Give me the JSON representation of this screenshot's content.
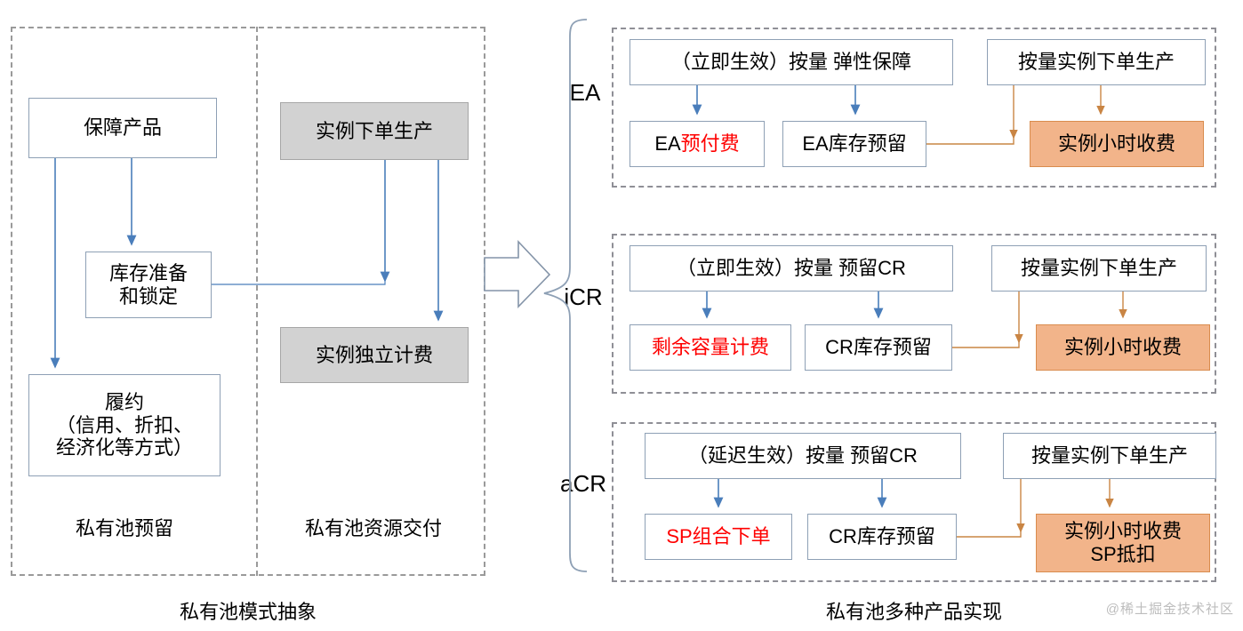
{
  "left_panel": {
    "title": "私有池模式抽象",
    "columns": [
      {
        "caption": "私有池预留"
      },
      {
        "caption": "私有池资源交付"
      }
    ],
    "nodes": {
      "product": "保障产品",
      "inventory": "库存准备\n和锁定",
      "inventory_l1": "库存准备",
      "inventory_l2": "和锁定",
      "fulfill_l1": "履约",
      "fulfill_l2": "（信用、折扣、",
      "fulfill_l3": "经济化等方式）",
      "instance_order": "实例下单生产",
      "instance_billing": "实例独立计费"
    }
  },
  "right_panel": {
    "title": "私有池多种产品实现",
    "sections": [
      {
        "tag": "EA",
        "top_left": "（立即生效）按量 弹性保障",
        "top_right": "按量实例下单生产",
        "bottom_left_plain": "EA",
        "bottom_left_red": "预付费",
        "bottom_mid": "EA库存预留",
        "bottom_right_l1": "实例小时收费",
        "bottom_right_l2": ""
      },
      {
        "tag": "iCR",
        "top_left": "（立即生效）按量 预留CR",
        "top_right": "按量实例下单生产",
        "bottom_left_plain": "",
        "bottom_left_red": "剩余容量计费",
        "bottom_mid": "CR库存预留",
        "bottom_right_l1": "实例小时收费",
        "bottom_right_l2": ""
      },
      {
        "tag": "aCR",
        "top_left": "（延迟生效）按量 预留CR",
        "top_right": "按量实例下单生产",
        "bottom_left_plain": "",
        "bottom_left_red": "SP组合下单",
        "bottom_mid": "CR库存预留",
        "bottom_right_l1": "实例小时收费",
        "bottom_right_l2": "SP抵扣"
      }
    ]
  },
  "watermark": "@稀土掘金技术社区",
  "colors": {
    "box_border": "#8ea0b5",
    "gray_fill": "#d2d2d2",
    "orange_fill": "#f2b48a",
    "orange_border": "#d98c4e",
    "blue_arrow": "#4a7ebb",
    "orange_arrow": "#c98544",
    "red_text": "#ff0000",
    "dashed": "#9a9a9a",
    "brace": "#8ea0b5"
  }
}
